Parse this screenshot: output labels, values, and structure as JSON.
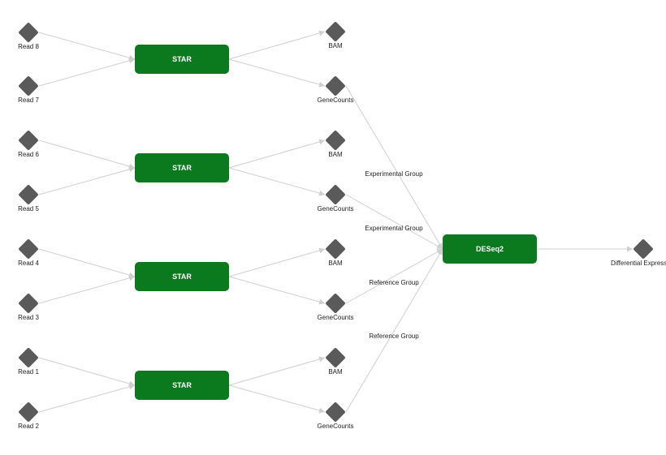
{
  "colors": {
    "tool_fill": "#0b7a1e",
    "data_fill": "#5a5a5a",
    "edge": "#cfcfcf",
    "background": "#ffffff"
  },
  "tools": [
    {
      "id": "star1",
      "label": "STAR"
    },
    {
      "id": "star2",
      "label": "STAR"
    },
    {
      "id": "star3",
      "label": "STAR"
    },
    {
      "id": "star4",
      "label": "STAR"
    },
    {
      "id": "deseq2",
      "label": "DESeq2"
    }
  ],
  "data_nodes": [
    {
      "id": "read8",
      "label": "Read 8"
    },
    {
      "id": "read7",
      "label": "Read 7"
    },
    {
      "id": "read6",
      "label": "Read 6"
    },
    {
      "id": "read5",
      "label": "Read 5"
    },
    {
      "id": "read4",
      "label": "Read 4"
    },
    {
      "id": "read3",
      "label": "Read 3"
    },
    {
      "id": "read1",
      "label": "Read 1"
    },
    {
      "id": "read2",
      "label": "Read 2"
    },
    {
      "id": "bam1",
      "label": "BAM"
    },
    {
      "id": "gc1",
      "label": "GeneCounts"
    },
    {
      "id": "bam2",
      "label": "BAM"
    },
    {
      "id": "gc2",
      "label": "GeneCounts"
    },
    {
      "id": "bam3",
      "label": "BAM"
    },
    {
      "id": "gc3",
      "label": "GeneCounts"
    },
    {
      "id": "bam4",
      "label": "BAM"
    },
    {
      "id": "gc4",
      "label": "GeneCounts"
    },
    {
      "id": "diffexp",
      "label": "Differential Expression"
    }
  ],
  "edges": [
    {
      "from": "read8",
      "to": "star1"
    },
    {
      "from": "read7",
      "to": "star1"
    },
    {
      "from": "read6",
      "to": "star2"
    },
    {
      "from": "read5",
      "to": "star2"
    },
    {
      "from": "read4",
      "to": "star3"
    },
    {
      "from": "read3",
      "to": "star3"
    },
    {
      "from": "read1",
      "to": "star4"
    },
    {
      "from": "read2",
      "to": "star4"
    },
    {
      "from": "star1",
      "to": "bam1"
    },
    {
      "from": "star1",
      "to": "gc1"
    },
    {
      "from": "star2",
      "to": "bam2"
    },
    {
      "from": "star2",
      "to": "gc2"
    },
    {
      "from": "star3",
      "to": "bam3"
    },
    {
      "from": "star3",
      "to": "gc3"
    },
    {
      "from": "star4",
      "to": "bam4"
    },
    {
      "from": "star4",
      "to": "gc4"
    },
    {
      "from": "gc1",
      "to": "deseq2",
      "label": "Experimental Group"
    },
    {
      "from": "gc2",
      "to": "deseq2",
      "label": "Experimental Group"
    },
    {
      "from": "gc3",
      "to": "deseq2",
      "label": "Reference Group"
    },
    {
      "from": "gc4",
      "to": "deseq2",
      "label": "Reference Group"
    },
    {
      "from": "deseq2",
      "to": "diffexp"
    }
  ]
}
